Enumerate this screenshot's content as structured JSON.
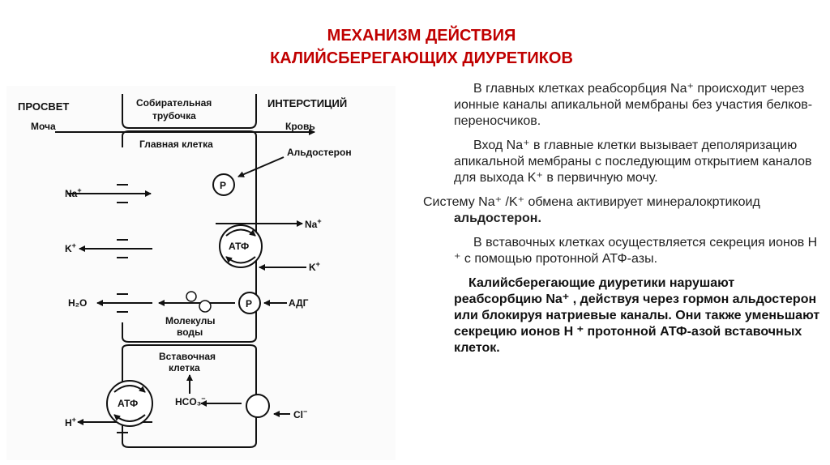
{
  "title": {
    "line1": "МЕХАНИЗМ ДЕЙСТВИЯ",
    "line2": "КАЛИЙСБЕРЕГАЮЩИХ ДИУРЕТИКОВ"
  },
  "diagram": {
    "lumen": "ПРОСВЕТ",
    "urine": "Моча",
    "tubule_line1": "Собирательная",
    "tubule_line2": "трубочка",
    "interstitium": "ИНТЕРСТИЦИЙ",
    "blood": "Кровь",
    "principal_cell": "Главная клетка",
    "aldosterone": "Альдостерон",
    "receptor": "Р",
    "na_in": "Na",
    "na_out": "Na",
    "k_out": "K",
    "k_in": "K",
    "atp": "АТФ",
    "water": "H₂O",
    "adh": "АДГ",
    "water_molecules_line1": "Молекулы",
    "water_molecules_line2": "воды",
    "intercalated_line1": "Вставочная",
    "intercalated_line2": "клетка",
    "bicarbonate": "HCO₃",
    "chloride": "Cl",
    "proton": "H",
    "plus": "+",
    "minus": "−"
  },
  "text": {
    "p1": "В главных клетках реабсорбция Na⁺ происходит через ионные каналы апикальной мембраны без участия белков-переносчиков.",
    "p2": "Вход Na⁺  в главные клетки вызывает деполяризацию апикальной мембраны с последующим  открытием каналов для выхода K⁺ в первичную мочу.",
    "p3_main": "Систему Na⁺ /K⁺ обмена активирует минералокртикоид ",
    "p3_bold": "альдостерон.",
    "p4": "В вставочных клетках осуществляется секреция ионов Н ⁺ с  помощью протонной АТФ-азы.",
    "p5": "Калийсберегающие диуретики нарушают реабсорбцию Na⁺ , действуя через гормон альдостерон или блокируя натриевые каналы. Они также уменьшают секрецию ионов  Н ⁺ протонной АТФ-азой вставочных клеток."
  }
}
